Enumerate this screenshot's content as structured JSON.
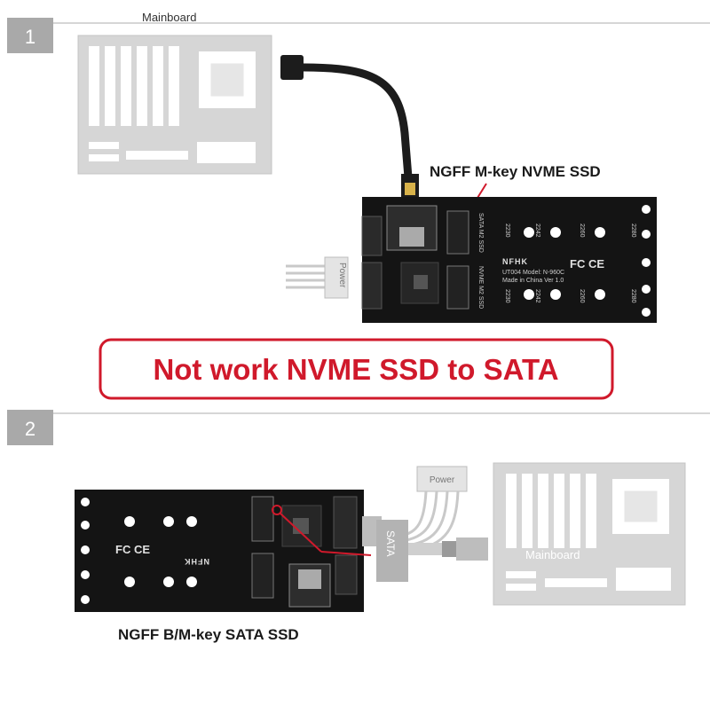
{
  "step1": {
    "number": "1",
    "mainboard_label": "Mainboard",
    "callout": "NGFF M-key NVME SSD",
    "power_label": "Power",
    "board": {
      "brand": "NFHK",
      "model": "UT004 Model: N-960C",
      "origin": "Made in China Ver 1.0",
      "slot_a": "SATA M2 SSD",
      "slot_b": "NVME M2 SSD",
      "size_2230": "2230",
      "size_2242": "2242",
      "size_2260": "2260",
      "size_2280": "2280",
      "marks": "FC CE"
    }
  },
  "warning": {
    "text": "Not work NVME SSD to SATA"
  },
  "step2": {
    "number": "2",
    "mainboard_label": "Mainboard",
    "callout": "NGFF B/M-key SATA SSD",
    "power_label": "Power",
    "sata_label": "SATA"
  },
  "colors": {
    "step_badge": "#a9a9a9",
    "warning_red": "#d0192b",
    "pcb": "#141414",
    "mainboard": "#d4d4d4"
  }
}
